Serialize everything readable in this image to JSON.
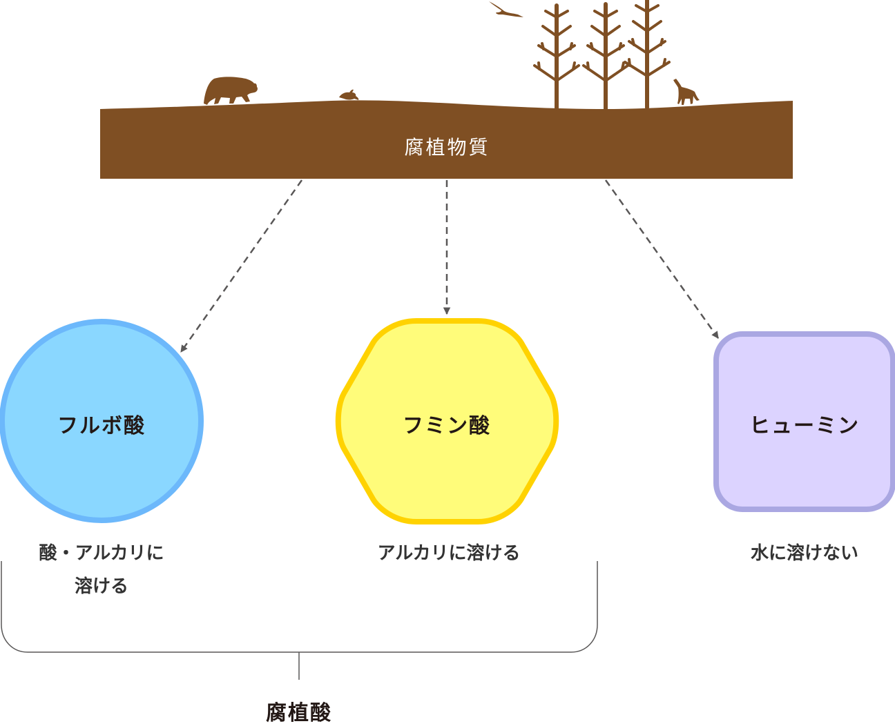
{
  "colors": {
    "soil": "#7f4f23",
    "arrow": "#595757",
    "bracket": "#595757",
    "fulvic_fill": "#8ad7ff",
    "fulvic_stroke": "#6cb8fb",
    "humic_fill": "#fffc7a",
    "humic_stroke": "#ffd200",
    "humin_fill": "#dcd3ff",
    "humin_stroke": "#aaa7e2",
    "text_dark": "#231815"
  },
  "soil": {
    "title": "腐植物質",
    "icons": [
      "bear-icon",
      "rabbit-icon",
      "eagle-icon",
      "tree-icon",
      "tree-icon",
      "tree-icon",
      "wolf-icon"
    ]
  },
  "nodes": [
    {
      "id": "fulvic",
      "title": "フルボ酸",
      "shape": "circle",
      "description_lines": [
        "酸・アルカリに",
        "溶ける"
      ]
    },
    {
      "id": "humic",
      "title": "フミン酸",
      "shape": "hexagon",
      "description_lines": [
        "アルカリに溶ける"
      ]
    },
    {
      "id": "humin",
      "title": "ヒューミン",
      "shape": "rounded-square",
      "description_lines": [
        "水に溶けない"
      ]
    }
  ],
  "group": {
    "label": "腐植酸"
  }
}
